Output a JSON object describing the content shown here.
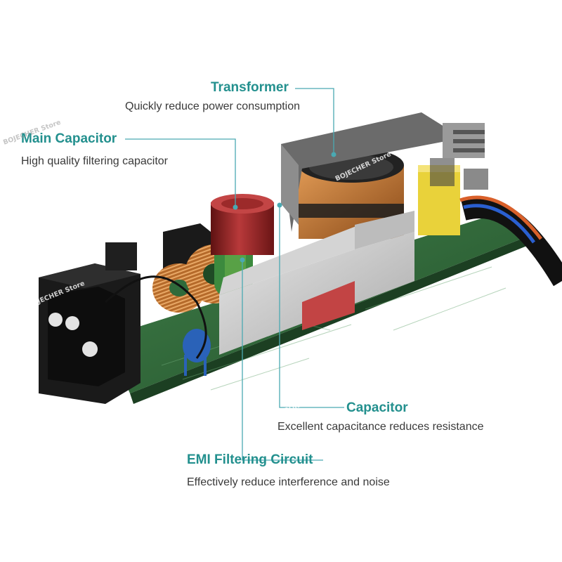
{
  "callouts": {
    "transformer": {
      "title": "Transformer",
      "desc": "Quickly reduce power consumption"
    },
    "main_capacitor": {
      "title": "Main Capacitor",
      "desc": "High quality filtering capacitor"
    },
    "capacitor": {
      "title": "Capacitor",
      "desc": "Excellent capacitance reduces resistance"
    },
    "emi": {
      "title": "EMI Filtering Circuit",
      "desc": "Effectively reduce interference and noise"
    }
  },
  "watermark": "BOJECHER Store",
  "colors": {
    "accent": "#23908e",
    "leader": "#4aa9b2",
    "pcb": "#2f6a3a"
  }
}
